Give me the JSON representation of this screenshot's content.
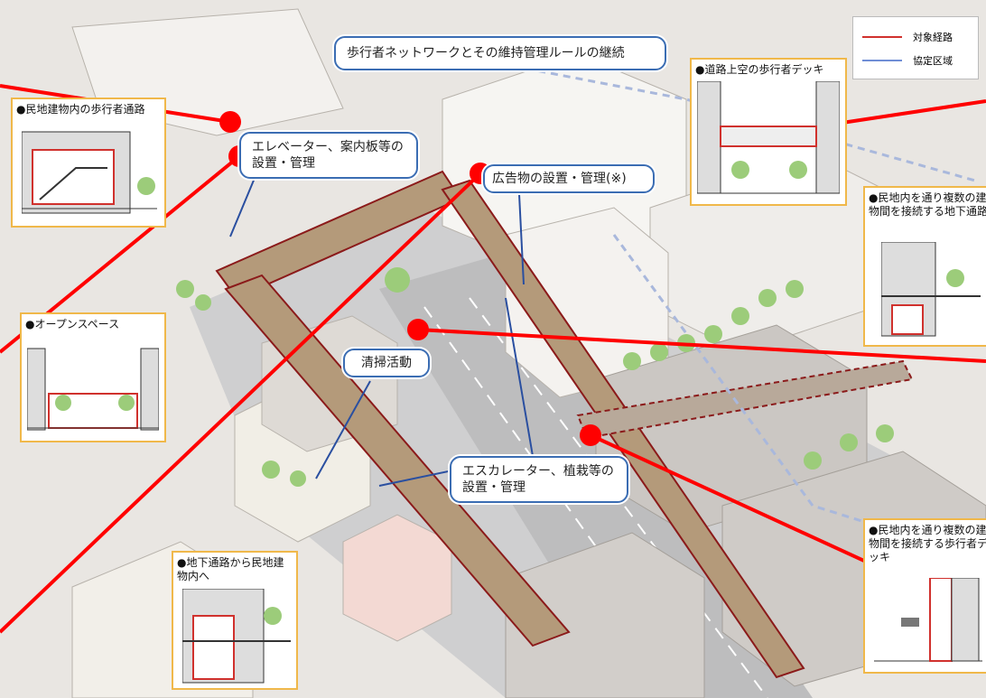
{
  "title_callout": "歩行者ネットワークとその維持管理ルールの継続",
  "legend": {
    "items": [
      {
        "label": "対象経路",
        "color": "#d0312d"
      },
      {
        "label": "協定区域",
        "color": "#6f8ed6"
      }
    ]
  },
  "callouts": {
    "elevator": "エレベーター、案内板等の設置・管理",
    "advertising": "広告物の設置・管理(※)",
    "cleaning": "清掃活動",
    "escalator": "エスカレーター、植栽等の設置・管理"
  },
  "insets": {
    "private_building_passage": "●民地建物内の歩行者通路",
    "open_space": "●オープンスペース",
    "underground_to_building": "●地下通路から民地建物内へ",
    "road_deck": "●道路上空の歩行者デッキ",
    "underground_link": "●民地内を通り複数の建物間を接続する地下通路",
    "deck_link": "●民地内を通り複数の建物間を接続する歩行者デッキ"
  },
  "colors": {
    "accent_red": "#ff0000",
    "route_red": "#d0312d",
    "zone_blue": "#6f8ed6",
    "callout_border": "#3b6db3",
    "inset_border": "#f0b84a"
  }
}
